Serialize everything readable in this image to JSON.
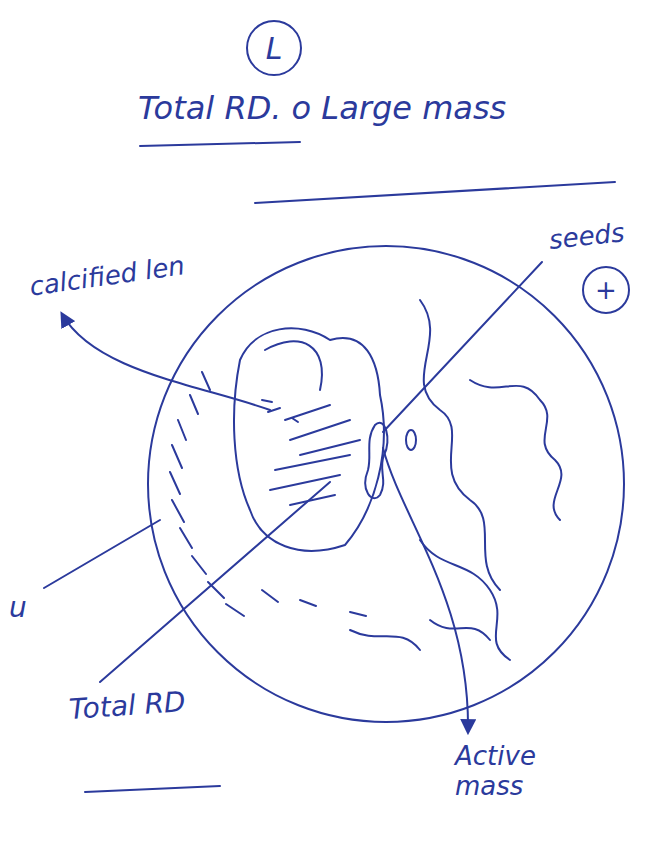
{
  "diagram": {
    "title": "Total RD. o Large mass",
    "nodes": [
      {
        "text": [
          "L"
        ]
      },
      {
        "text": [
          "+"
        ]
      }
    ],
    "labels": [
      "calcified len",
      "seeds",
      "u",
      "Total RD",
      "Active mass"
    ]
  }
}
